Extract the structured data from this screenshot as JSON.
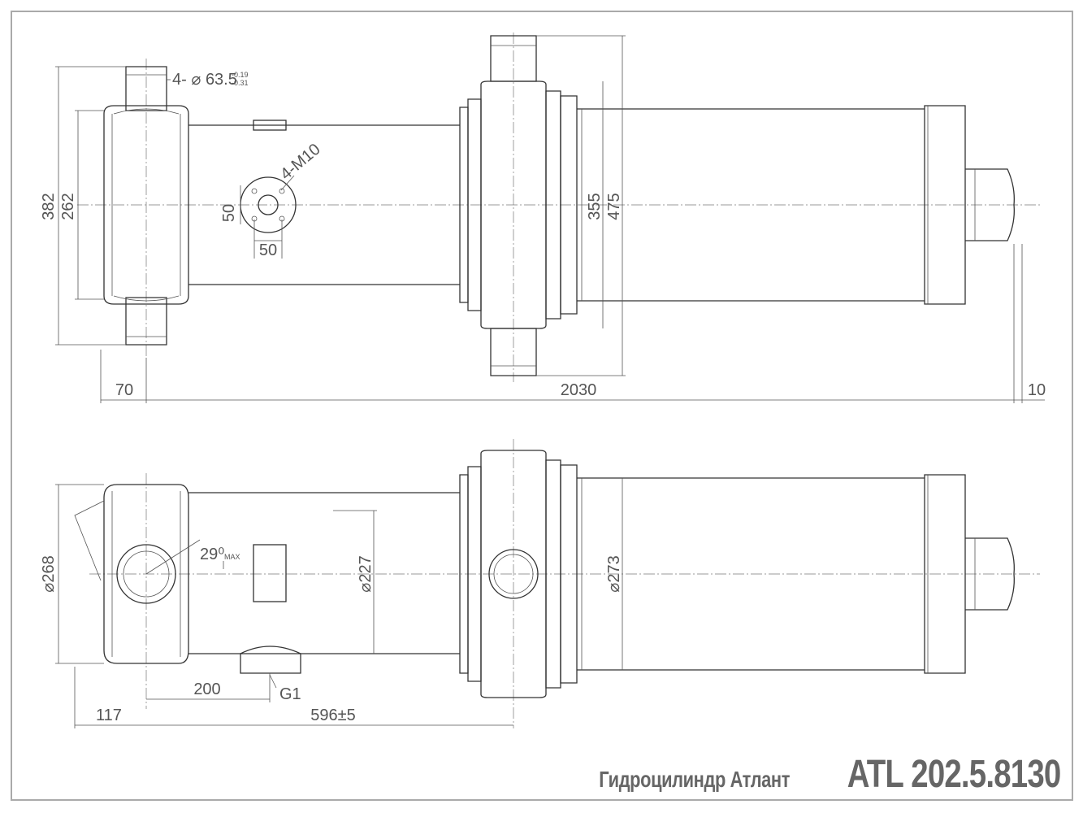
{
  "title": {
    "name": "Гидроцилиндр Атлант",
    "code": "ATL 202.5.8130"
  },
  "top_view": {
    "dim_pin": "4- ⌀ 63.5",
    "dim_pin_tol_upper": "-0.19",
    "dim_pin_tol_lower": "-0.31",
    "dim_thread": "4-M10",
    "dim_flange_h": "50",
    "dim_flange_w": "50",
    "dim_382": "382",
    "dim_262": "262",
    "dim_355": "355",
    "dim_475": "475",
    "dim_70": "70",
    "dim_2030": "2030",
    "dim_10": "10"
  },
  "bottom_view": {
    "dim_268": "⌀268",
    "dim_angle": "29⁰",
    "dim_angle_max": "MAX",
    "dim_227": "⌀227",
    "dim_273": "⌀273",
    "dim_200": "200",
    "dim_g1": "G1",
    "dim_117": "117",
    "dim_596": "596±5"
  }
}
